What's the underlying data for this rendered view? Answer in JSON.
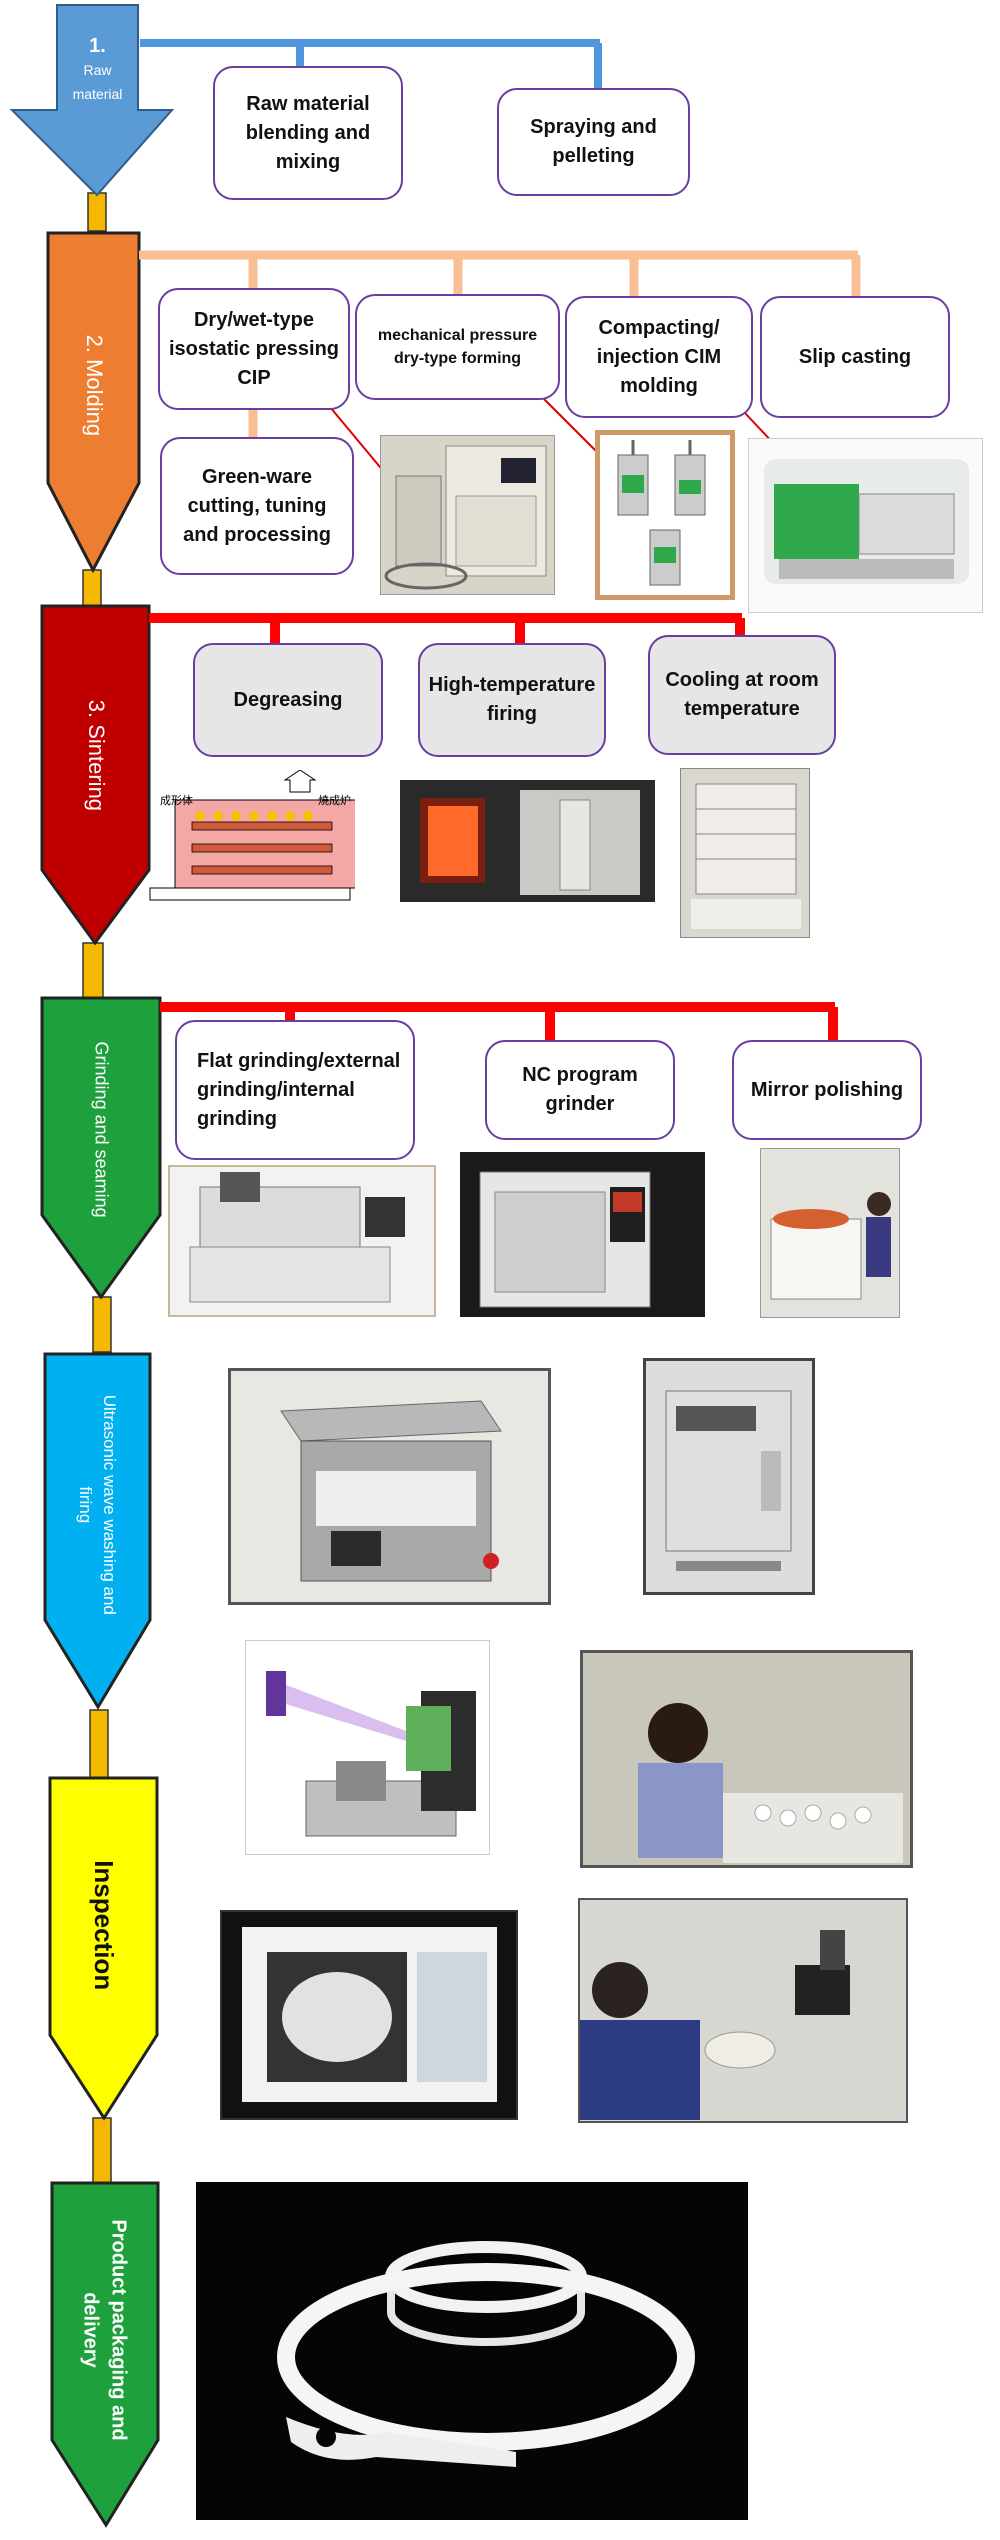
{
  "stages": [
    {
      "id": "raw",
      "num": "1.",
      "line1": "Raw",
      "line2": "material",
      "color": "#5b9bd5"
    },
    {
      "id": "molding",
      "label": "2. Molding",
      "color": "#ed7d31"
    },
    {
      "id": "sintering",
      "label": "3. Sintering",
      "color": "#c00000"
    },
    {
      "id": "grinding",
      "label": "Grinding and seaming",
      "color": "#1ea13c"
    },
    {
      "id": "washing",
      "line1": "Ultrasonic wave washing and",
      "line2": "firing",
      "color": "#00b0f0"
    },
    {
      "id": "inspection",
      "label": "Inspection",
      "color": "#ffff00"
    },
    {
      "id": "delivery",
      "line1": "Product packaging and",
      "line2": "delivery",
      "color": "#1ea13c"
    }
  ],
  "raw_steps": [
    "Raw material blending and mixing",
    "Spraying and pelleting"
  ],
  "molding_steps": {
    "cip": "Dry/wet-type isostatic pressing CIP",
    "mech": "mechanical pressure dry-type forming",
    "cim": "Compacting/ injection CIM molding",
    "slip": "Slip casting",
    "greenware": "Green-ware cutting, tuning and processing"
  },
  "sintering_steps": [
    "Degreasing",
    "High-temperature firing",
    "Cooling at room temperature"
  ],
  "grinding_steps": [
    "Flat grinding/external grinding/internal grinding",
    "NC program grinder",
    "Mirror polishing"
  ],
  "furnace_labels": {
    "left": "成形体",
    "right": "燒成炉"
  },
  "colors": {
    "raw_line": "#4f96dd",
    "molding_line": "#f8be94",
    "sintering_line": "#ff0000",
    "grinding_line": "#ff0000",
    "connector": "#f5b800",
    "box_border": "#6a3ea1"
  }
}
